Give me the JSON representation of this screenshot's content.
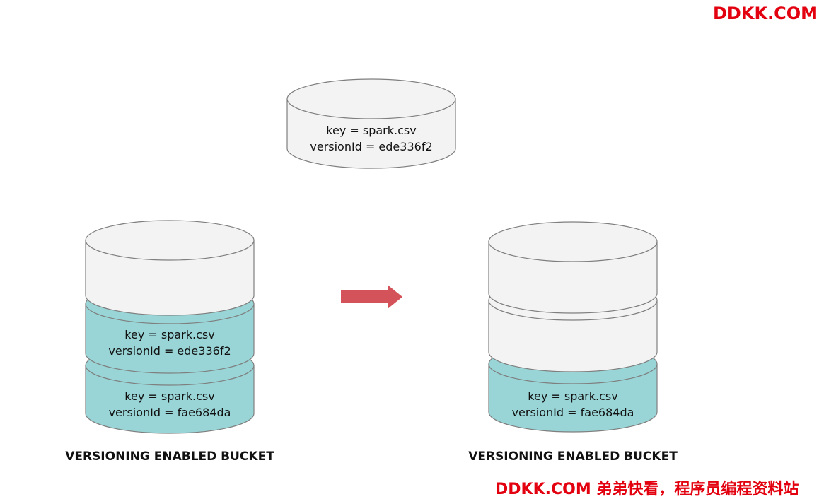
{
  "watermark_top": "DDKK.COM",
  "watermark_bottom": "DDKK.COM 弟弟快看，程序员编程资料站",
  "colors": {
    "gray_fill": "#f3f3f3",
    "teal_fill": "#99d5d6",
    "outline": "#7f7f7f",
    "arrow": "#d4525a",
    "text": "#111111"
  },
  "object_top": {
    "key_line": "key = spark.csv",
    "version_line": "versionId = ede336f2"
  },
  "left_bucket": {
    "caption": "VERSIONING ENABLED BUCKET",
    "layer_middle": {
      "key_line": "key = spark.csv",
      "version_line": "versionId = ede336f2"
    },
    "layer_bottom": {
      "key_line": "key = spark.csv",
      "version_line": "versionId = fae684da"
    }
  },
  "right_bucket": {
    "caption": "VERSIONING ENABLED BUCKET",
    "layer_bottom": {
      "key_line": "key = spark.csv",
      "version_line": "versionId = fae684da"
    }
  }
}
